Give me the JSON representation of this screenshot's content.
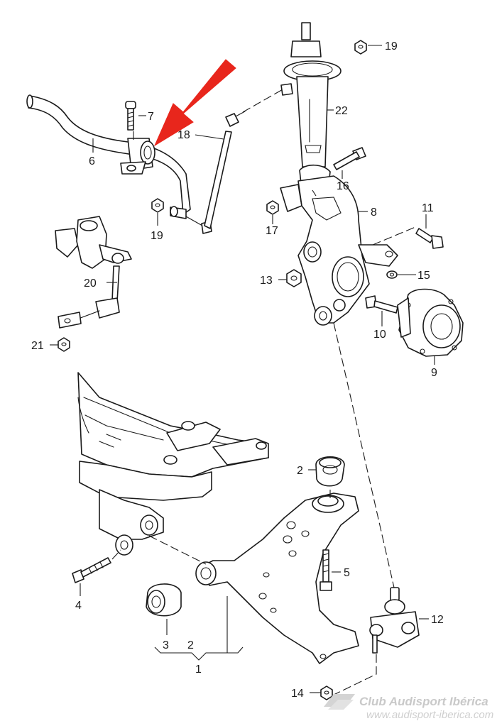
{
  "diagram": {
    "part_labels": {
      "p1": "1",
      "p2a": "2",
      "p2b": "2",
      "p3": "3",
      "p4": "4",
      "p5": "5",
      "p6": "6",
      "p7": "7",
      "p8": "8",
      "p9": "9",
      "p10": "10",
      "p11": "11",
      "p12": "12",
      "p13": "13",
      "p14": "14",
      "p15": "15",
      "p16": "16",
      "p17": "17",
      "p18": "18",
      "p19a": "19",
      "p19b": "19",
      "p20": "20",
      "p21": "21",
      "p22": "22"
    },
    "highlight_arrow_color": "#e8261c",
    "line_color": "#1a1a1a"
  },
  "watermark": {
    "title": "Club Audisport Ibérica",
    "url": "www.audisport-iberica.com"
  }
}
